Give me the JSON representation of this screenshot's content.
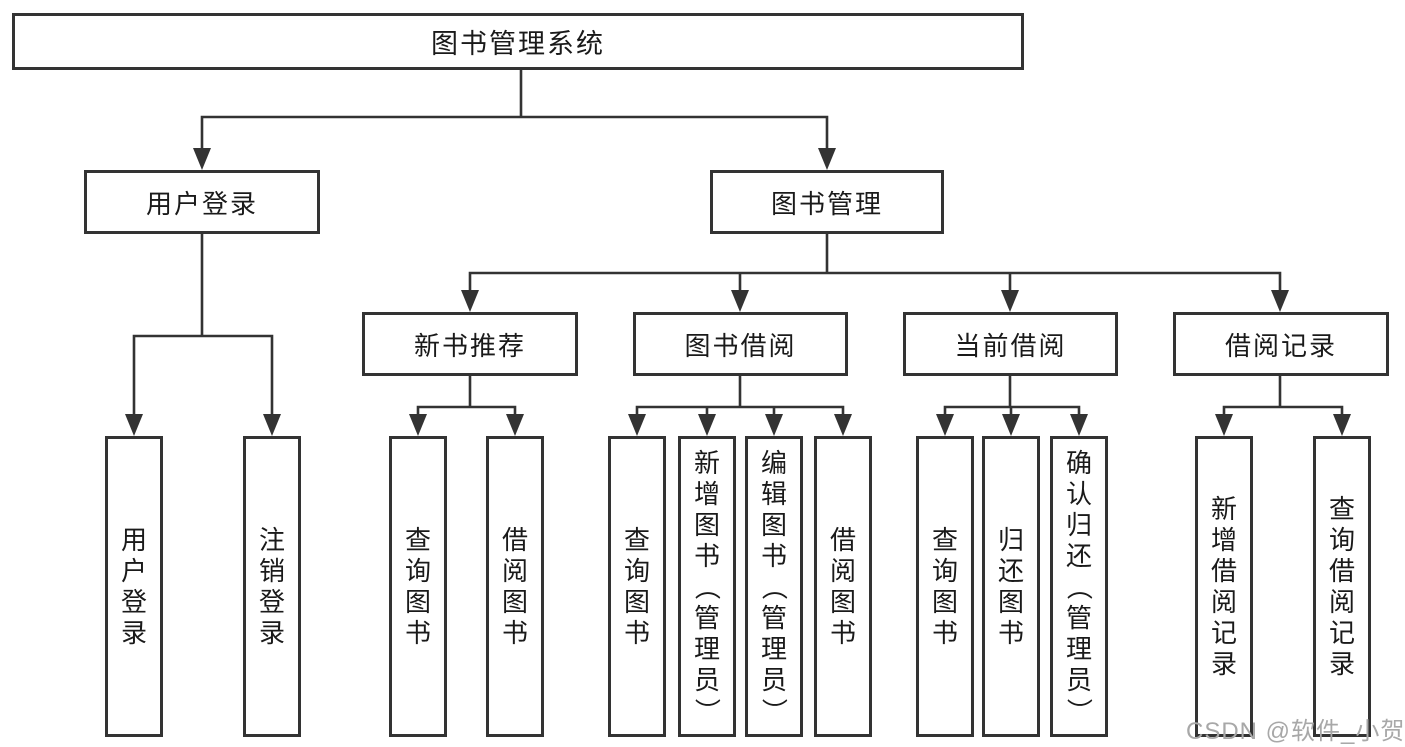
{
  "tree": {
    "root": {
      "label": "图书管理系统"
    },
    "user": {
      "label": "用户登录",
      "children": [
        {
          "label": "用户登录"
        },
        {
          "label": "注销登录"
        }
      ]
    },
    "book": {
      "label": "图书管理",
      "sections": [
        {
          "label": "新书推荐",
          "children": [
            {
              "label": "查询图书"
            },
            {
              "label": "借阅图书"
            }
          ]
        },
        {
          "label": "图书借阅",
          "children": [
            {
              "label": "查询图书"
            },
            {
              "label": "新增图书（管理员）"
            },
            {
              "label": "编辑图书（管理员）"
            },
            {
              "label": "借阅图书"
            }
          ]
        },
        {
          "label": "当前借阅",
          "children": [
            {
              "label": "查询图书"
            },
            {
              "label": "归还图书"
            },
            {
              "label": "确认归还（管理员）"
            }
          ]
        },
        {
          "label": "借阅记录",
          "children": [
            {
              "label": "新增借阅记录"
            },
            {
              "label": "查询借阅记录"
            }
          ]
        }
      ]
    }
  },
  "watermark": {
    "text": "CSDN @软件_小贺同学"
  },
  "colors": {
    "line": "#333333",
    "text": "#1a1a1a",
    "watermark": "#a8a8a8",
    "background": "#ffffff"
  }
}
